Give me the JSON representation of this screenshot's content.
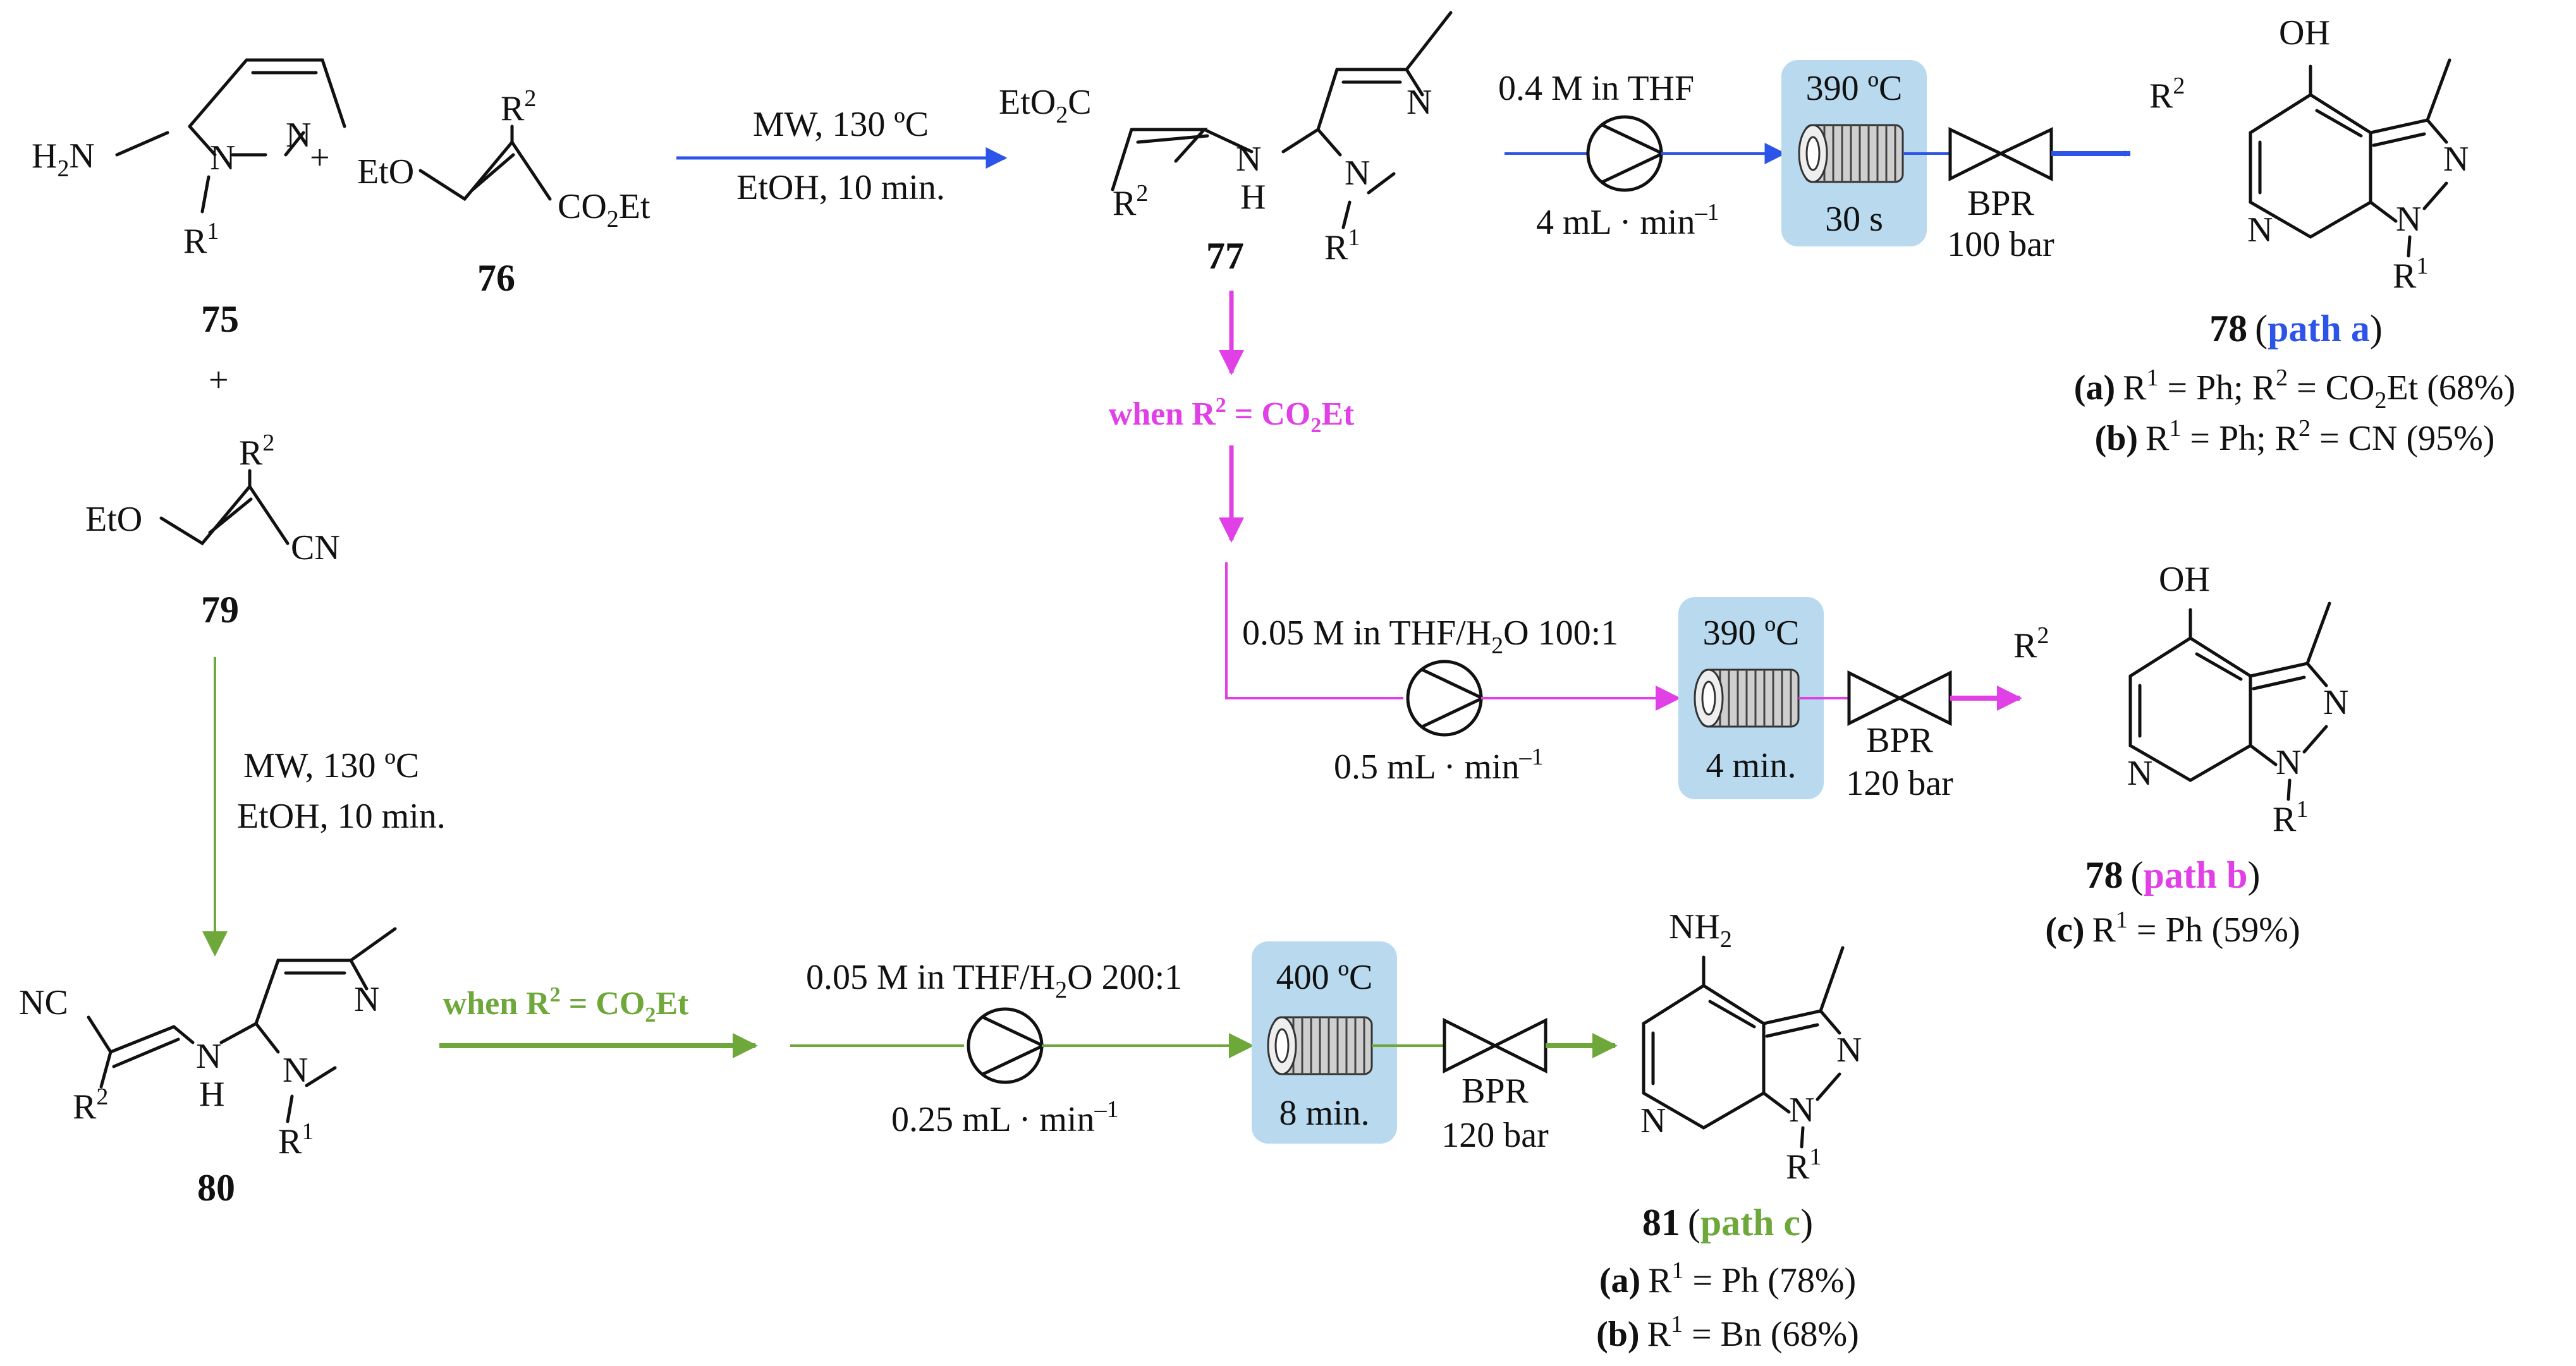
{
  "colors": {
    "path_a": "#2d54e8",
    "path_b": "#e040e6",
    "path_c": "#6ea73a",
    "reactor_bg": "#b8d9ee"
  },
  "compounds": {
    "c75": {
      "id": "75",
      "h2n": "H",
      "h2n_sub": "2",
      "h2n_tail": "N",
      "r1": "R",
      "r1_sup": "1",
      "n1": "N",
      "n2": "N"
    },
    "c76": {
      "id": "76",
      "eto": "EtO",
      "r2": "R",
      "r2_sup": "2",
      "co2et_a": "CO",
      "co2et_sub": "2",
      "co2et_b": "Et"
    },
    "c79": {
      "id": "79",
      "eto": "EtO",
      "r2": "R",
      "r2_sup": "2",
      "cn": "CN"
    },
    "c77": {
      "id": "77",
      "eto2c_a": "EtO",
      "eto2c_sub": "2",
      "eto2c_b": "C",
      "r2": "R",
      "r2_sup": "2",
      "nh_n": "N",
      "nh_h": "H",
      "n1": "N",
      "n2": "N",
      "r1": "R",
      "r1_sup": "1"
    },
    "c80": {
      "id": "80",
      "nc": "NC",
      "r2": "R",
      "r2_sup": "2",
      "nh_n": "N",
      "nh_h": "H",
      "n1": "N",
      "n2": "N",
      "r1": "R",
      "r1_sup": "1"
    },
    "c78a": {
      "id": "78",
      "label_open": "(",
      "label_path": "path a",
      "label_close": ")",
      "oh": "OH",
      "r2": "R",
      "r2_sup": "2",
      "n_ring": "N",
      "n1": "N",
      "n2": "N",
      "r1": "R",
      "r1_sup": "1"
    },
    "c78b": {
      "id": "78",
      "label_open": "(",
      "label_path": "path b",
      "label_close": ")",
      "oh": "OH",
      "r2": "R",
      "r2_sup": "2",
      "n_ring": "N",
      "n1": "N",
      "n2": "N",
      "r1": "R",
      "r1_sup": "1"
    },
    "c81": {
      "id": "81",
      "label_open": "(",
      "label_path": "path c",
      "label_close": ")",
      "nh2": "NH",
      "nh2_sub": "2",
      "n_ring": "N",
      "n1": "N",
      "n2": "N",
      "r1": "R",
      "r1_sup": "1"
    }
  },
  "plus_signs": [
    "+",
    "+"
  ],
  "conditions": {
    "mw_top": {
      "line1": "MW, 130 ºC",
      "line2": "EtOH, 10 min."
    },
    "mw_left": {
      "line1": "MW, 130 ºC",
      "line2": "EtOH, 10 min."
    },
    "when_b": {
      "pre": "when R",
      "sup": "2",
      "mid": " = CO",
      "sub": "2",
      "post": "Et"
    },
    "when_c": {
      "pre": "when R",
      "sup": "2",
      "mid": " = CO",
      "sub": "2",
      "post": "Et"
    }
  },
  "flow_a": {
    "feed": "0.4 M in THF",
    "flow_pre": "4 mL · min",
    "flow_sup": "–1",
    "temp": "390 ºC",
    "time": "30 s",
    "bpr": "BPR",
    "pressure": "100 bar"
  },
  "flow_b": {
    "feed_pre": "0.05 M in THF/H",
    "feed_sub": "2",
    "feed_post": "O 100:1",
    "flow_pre": "0.5 mL · min",
    "flow_sup": "–1",
    "temp": "390 ºC",
    "time": "4 min.",
    "bpr": "BPR",
    "pressure": "120 bar"
  },
  "flow_c": {
    "feed_pre": "0.05 M in THF/H",
    "feed_sub": "2",
    "feed_post": "O 200:1",
    "flow_pre": "0.25 mL · min",
    "flow_sup": "–1",
    "temp": "400 ºC",
    "time": "8 min.",
    "bpr": "BPR",
    "pressure": "120 bar"
  },
  "yields_78a": [
    {
      "tag": "(a)",
      "r1": "R",
      "r1_sup": "1",
      "mid": " = Ph; R",
      "r2_sup": "2",
      "rest_a": " = CO",
      "rest_sub": "2",
      "rest_b": "Et (68%)"
    },
    {
      "tag": "(b)",
      "r1": "R",
      "r1_sup": "1",
      "mid": " = Ph; R",
      "r2_sup": "2",
      "rest_a": " = CN (95%)",
      "rest_sub": "",
      "rest_b": ""
    }
  ],
  "yields_78b": [
    {
      "tag": "(c)",
      "r1": "R",
      "r1_sup": "1",
      "rest": " = Ph (59%)"
    }
  ],
  "yields_81": [
    {
      "tag": "(a)",
      "r1": "R",
      "r1_sup": "1",
      "rest": " = Ph (78%)"
    },
    {
      "tag": "(b)",
      "r1": "R",
      "r1_sup": "1",
      "rest": " = Bn (68%)"
    }
  ]
}
